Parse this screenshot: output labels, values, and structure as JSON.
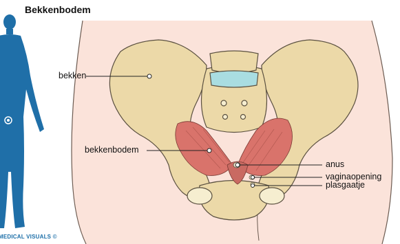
{
  "diagram": {
    "title": "Bekkenbodem",
    "credit": "MEDICAL VISUALS ©",
    "labels": {
      "bekken": "bekken",
      "bekkenbodem": "bekkenbodem",
      "anus": "anus",
      "vaginaopening": "vaginaopening",
      "plasgaatje": "plasgaatje"
    },
    "icons": {
      "figure": "human-silhouette-icon",
      "marker": "pelvis-location-marker-icon"
    },
    "colors": {
      "figure": "#1f6fa8",
      "skin": "#fbe3da",
      "bone": "#ecd9a8",
      "bone_outline": "#5a5040",
      "muscle": "#d9736b",
      "disc": "#a9dde1"
    }
  }
}
